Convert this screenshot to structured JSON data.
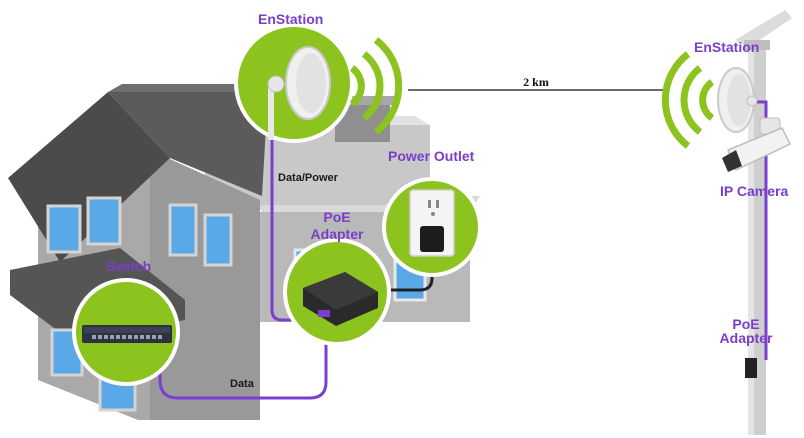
{
  "labels": {
    "enstation_top": "EnStation",
    "enstation_pole": "EnStation",
    "power_outlet": "Power Outlet",
    "poe_adapter_line1": "PoE",
    "poe_adapter_line2": "Adapter",
    "switch": "Switch",
    "data_power": "Data/Power",
    "data": "Data",
    "distance": "2 km",
    "ip_camera": "IP Camera",
    "poe_pole_line1": "PoE",
    "poe_pole_line2": "Adapter"
  },
  "colors": {
    "accent_green": "#8cc31e",
    "label_purple": "#7a3ec8",
    "cable_purple": "#7b3fd0"
  },
  "icons": [
    "house",
    "enstation-dish",
    "wifi-signal",
    "power-outlet",
    "poe-adapter",
    "network-switch",
    "ip-camera",
    "pole"
  ]
}
